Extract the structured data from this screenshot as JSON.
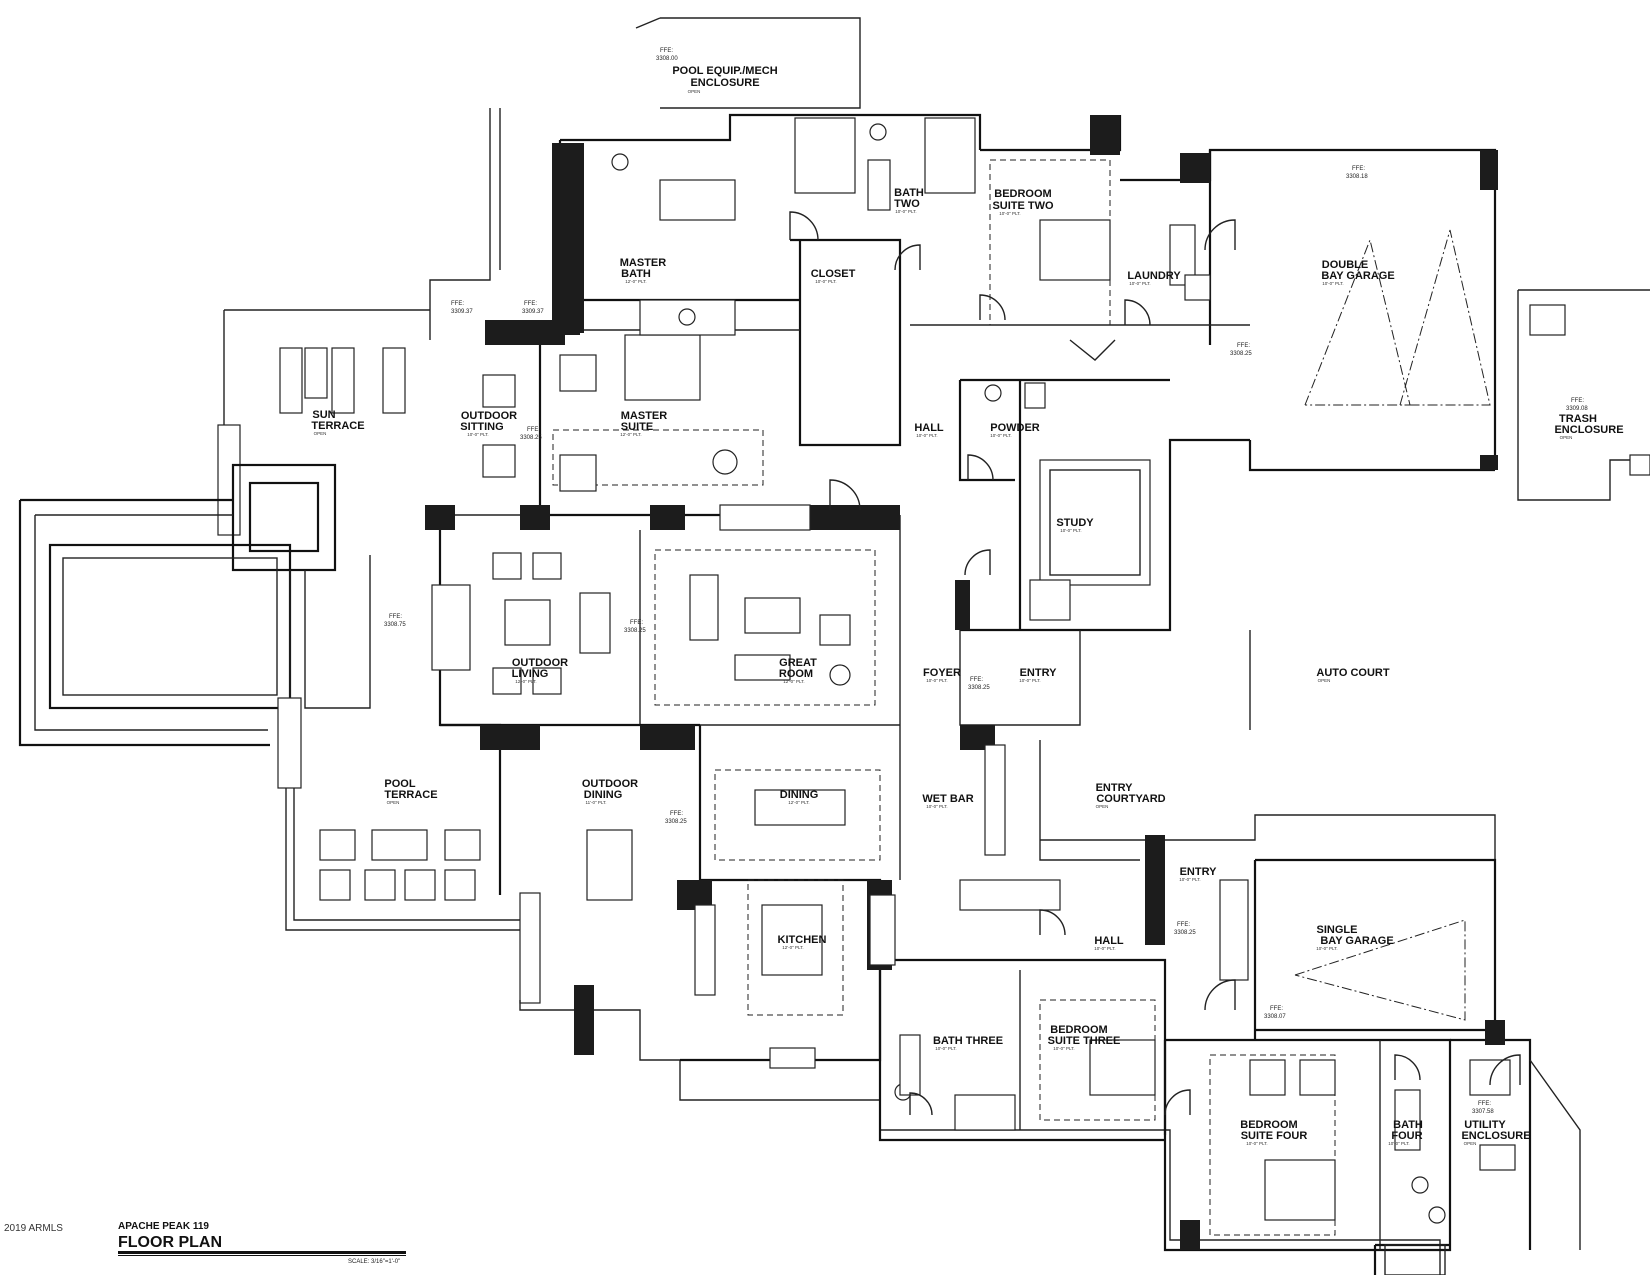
{
  "title_block": {
    "project": "APACHE PEAK 119",
    "title": "FLOOR PLAN",
    "scale": "SCALE: 3/16\"=1'-0\""
  },
  "watermark": "2019 ARMLS",
  "rooms": [
    {
      "id": "pool-equip",
      "lines": [
        "POOL EQUIP./MECH",
        "ENCLOSURE"
      ],
      "sub": "OPEN"
    },
    {
      "id": "master-bath",
      "lines": [
        "MASTER",
        "BATH"
      ],
      "sub": "12'-0\" PLT."
    },
    {
      "id": "closet",
      "lines": [
        "CLOSET"
      ],
      "sub": "10'-0\" PLT."
    },
    {
      "id": "bath-two",
      "lines": [
        "BATH",
        "TWO"
      ],
      "sub": "10'-0\" PLT."
    },
    {
      "id": "bedroom-two",
      "lines": [
        "BEDROOM",
        "SUITE TWO"
      ],
      "sub": "10'-0\" PLT."
    },
    {
      "id": "laundry",
      "lines": [
        "LAUNDRY"
      ],
      "sub": "10'-0\" PLT."
    },
    {
      "id": "double-garage",
      "lines": [
        "DOUBLE",
        "BAY GARAGE"
      ],
      "sub": "10'-0\" PLT."
    },
    {
      "id": "sun-terrace",
      "lines": [
        "SUN",
        "TERRACE"
      ],
      "sub": "OPEN"
    },
    {
      "id": "outdoor-sitting",
      "lines": [
        "OUTDOOR",
        "SITTING"
      ],
      "sub": "10'-0\" PLT."
    },
    {
      "id": "master-suite",
      "lines": [
        "MASTER",
        "SUITE"
      ],
      "sub": "12'-0\" PLT."
    },
    {
      "id": "hall-1",
      "lines": [
        "HALL"
      ],
      "sub": "10'-0\" PLT."
    },
    {
      "id": "powder",
      "lines": [
        "POWDER"
      ],
      "sub": "10'-0\" PLT."
    },
    {
      "id": "trash",
      "lines": [
        "TRASH",
        "ENCLOSURE"
      ],
      "sub": "OPEN"
    },
    {
      "id": "study",
      "lines": [
        "STUDY"
      ],
      "sub": "10'-0\" PLT."
    },
    {
      "id": "outdoor-living",
      "lines": [
        "OUTDOOR",
        "LIVING"
      ],
      "sub": "12'-0\" PLT."
    },
    {
      "id": "great-room",
      "lines": [
        "GREAT",
        "ROOM"
      ],
      "sub": "12'-0\" PLT."
    },
    {
      "id": "foyer",
      "lines": [
        "FOYER"
      ],
      "sub": "10'-0\" PLT."
    },
    {
      "id": "entry-1",
      "lines": [
        "ENTRY"
      ],
      "sub": "10'-0\" PLT."
    },
    {
      "id": "auto-court",
      "lines": [
        "AUTO COURT"
      ],
      "sub": "OPEN"
    },
    {
      "id": "pool-terrace",
      "lines": [
        "POOL",
        "TERRACE"
      ],
      "sub": "OPEN"
    },
    {
      "id": "outdoor-dining",
      "lines": [
        "OUTDOOR",
        "DINING"
      ],
      "sub": "11'-0\" PLT."
    },
    {
      "id": "dining",
      "lines": [
        "DINING"
      ],
      "sub": "12'-0\" PLT."
    },
    {
      "id": "wet-bar",
      "lines": [
        "WET BAR"
      ],
      "sub": "10'-0\" PLT."
    },
    {
      "id": "entry-courtyard",
      "lines": [
        "ENTRY",
        "COURTYARD"
      ],
      "sub": "OPEN"
    },
    {
      "id": "entry-2",
      "lines": [
        "ENTRY"
      ],
      "sub": "10'-0\" PLT."
    },
    {
      "id": "hall-2",
      "lines": [
        "HALL"
      ],
      "sub": "10'-0\" PLT."
    },
    {
      "id": "single-garage",
      "lines": [
        "SINGLE",
        "BAY GARAGE"
      ],
      "sub": "10'-0\" PLT."
    },
    {
      "id": "kitchen",
      "lines": [
        "KITCHEN"
      ],
      "sub": "12'-0\" PLT."
    },
    {
      "id": "bath-three",
      "lines": [
        "BATH THREE"
      ],
      "sub": "10'-0\" PLT."
    },
    {
      "id": "bedroom-three",
      "lines": [
        "BEDROOM",
        "SUITE THREE"
      ],
      "sub": "10'-0\" PLT."
    },
    {
      "id": "bedroom-four",
      "lines": [
        "BEDROOM",
        "SUITE FOUR"
      ],
      "sub": "10'-0\" PLT."
    },
    {
      "id": "bath-four",
      "lines": [
        "BATH",
        "FOUR"
      ],
      "sub": "10'-0\" PLT."
    },
    {
      "id": "utility",
      "lines": [
        "UTILITY",
        "ENCLOSURE"
      ],
      "sub": "OPEN"
    }
  ],
  "elevations": [
    {
      "id": "ffe-pool-equip",
      "lines": [
        "FFE:",
        "3308.00"
      ]
    },
    {
      "id": "ffe-double-garage",
      "lines": [
        "FFE:",
        "3308.18"
      ]
    },
    {
      "id": "ffe-stair-1",
      "lines": [
        "FFE:",
        "3309.37"
      ]
    },
    {
      "id": "ffe-stair-2",
      "lines": [
        "FFE:",
        "3309.37"
      ]
    },
    {
      "id": "ffe-hall-garage",
      "lines": [
        "FFE:",
        "3308.25"
      ]
    },
    {
      "id": "ffe-trash",
      "lines": [
        "FFE:",
        "3309.08"
      ]
    },
    {
      "id": "ffe-outdoor-sitting",
      "lines": [
        "FFE:",
        "3308.25"
      ]
    },
    {
      "id": "ffe-pool",
      "lines": [
        "FFE:",
        "3308.75"
      ]
    },
    {
      "id": "ffe-outdoor-living",
      "lines": [
        "FFE:",
        "3308.25"
      ]
    },
    {
      "id": "ffe-foyer",
      "lines": [
        "FFE:",
        "3308.25"
      ]
    },
    {
      "id": "ffe-outdoor-dining",
      "lines": [
        "FFE:",
        "3308.25"
      ]
    },
    {
      "id": "ffe-entry-2",
      "lines": [
        "FFE:",
        "3308.25"
      ]
    },
    {
      "id": "ffe-single-garage",
      "lines": [
        "FFE:",
        "3308.07"
      ]
    },
    {
      "id": "ffe-utility",
      "lines": [
        "FFE:",
        "3307.58"
      ]
    }
  ]
}
